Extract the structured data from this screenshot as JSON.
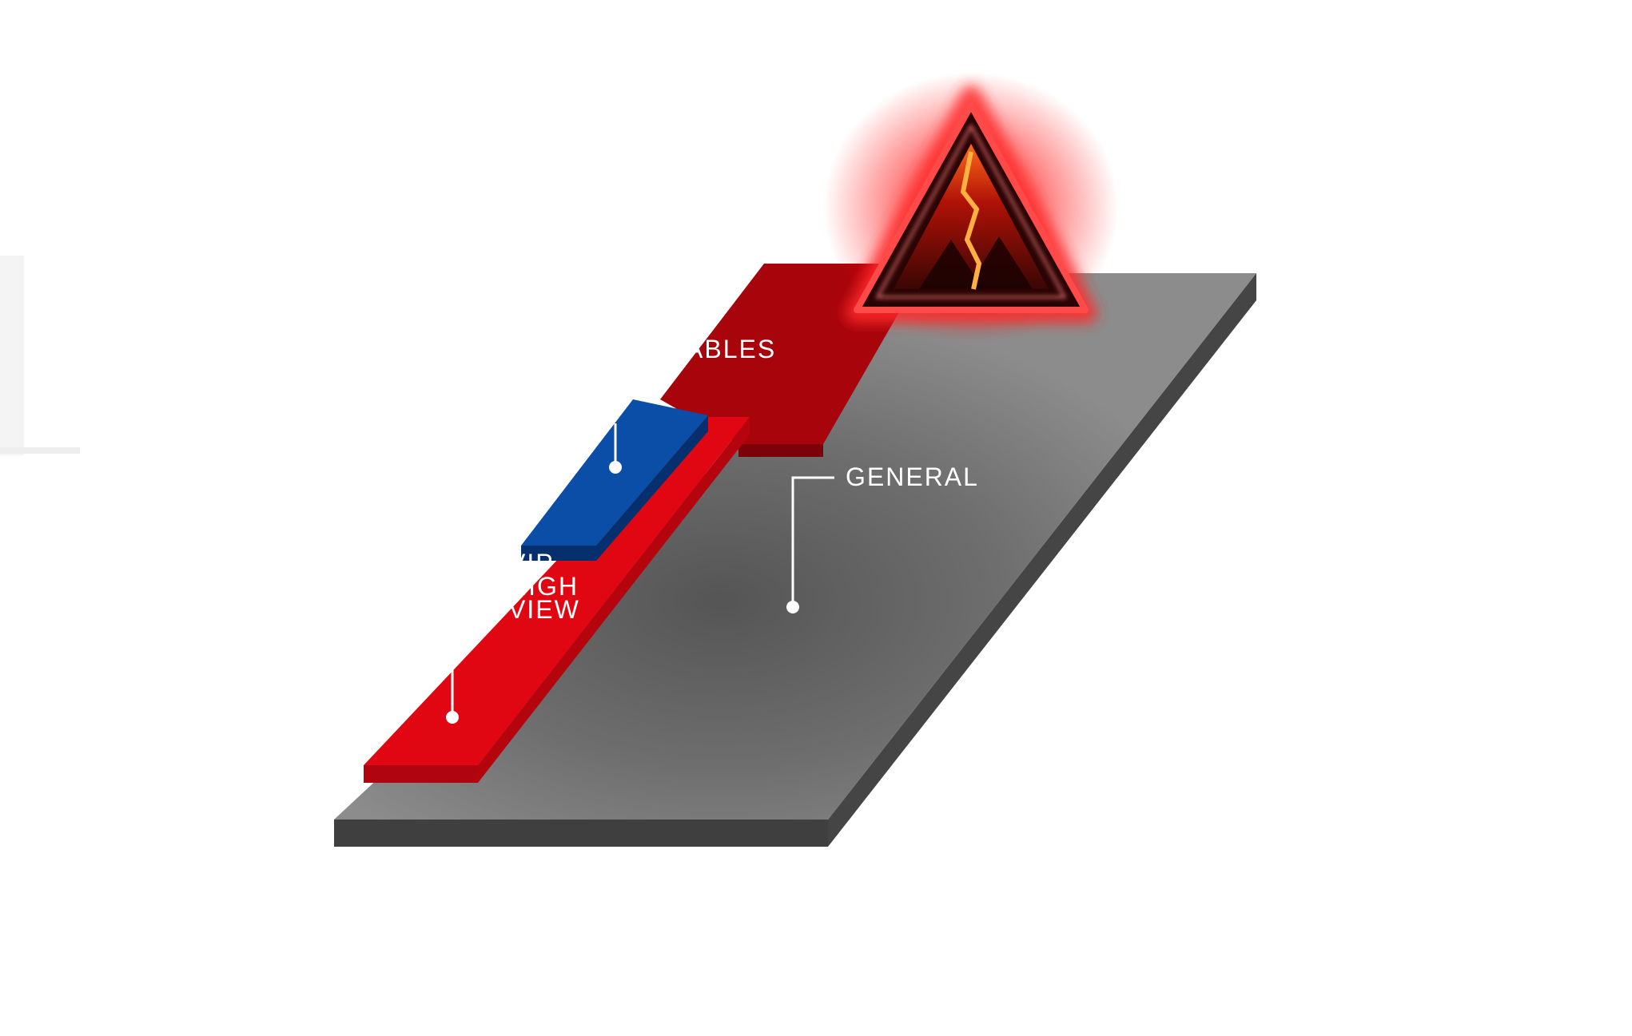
{
  "diagram": {
    "zones": [
      {
        "id": "tables",
        "label": "ABLES"
      },
      {
        "id": "general",
        "label": "GENERAL"
      },
      {
        "id": "vip",
        "label_lines": [
          "VIP",
          "HIGH",
          "VIEW"
        ]
      }
    ],
    "colors": {
      "floor_top": "#8a8a8a",
      "floor_center": "#5c5c5c",
      "floor_side": "#3f3f3f",
      "tables_zone": "#a8040c",
      "tables_zone_side": "#7c0209",
      "vip_zone": "#e00712",
      "vip_zone_side": "#b00510",
      "vip_high_view": "#0a4ea8",
      "vip_high_view_side": "#062f6e",
      "stage_glow": "#ff1a1a",
      "connector": "#ffffff"
    },
    "stage_icon": "glowing-triangle-stage-icon"
  }
}
